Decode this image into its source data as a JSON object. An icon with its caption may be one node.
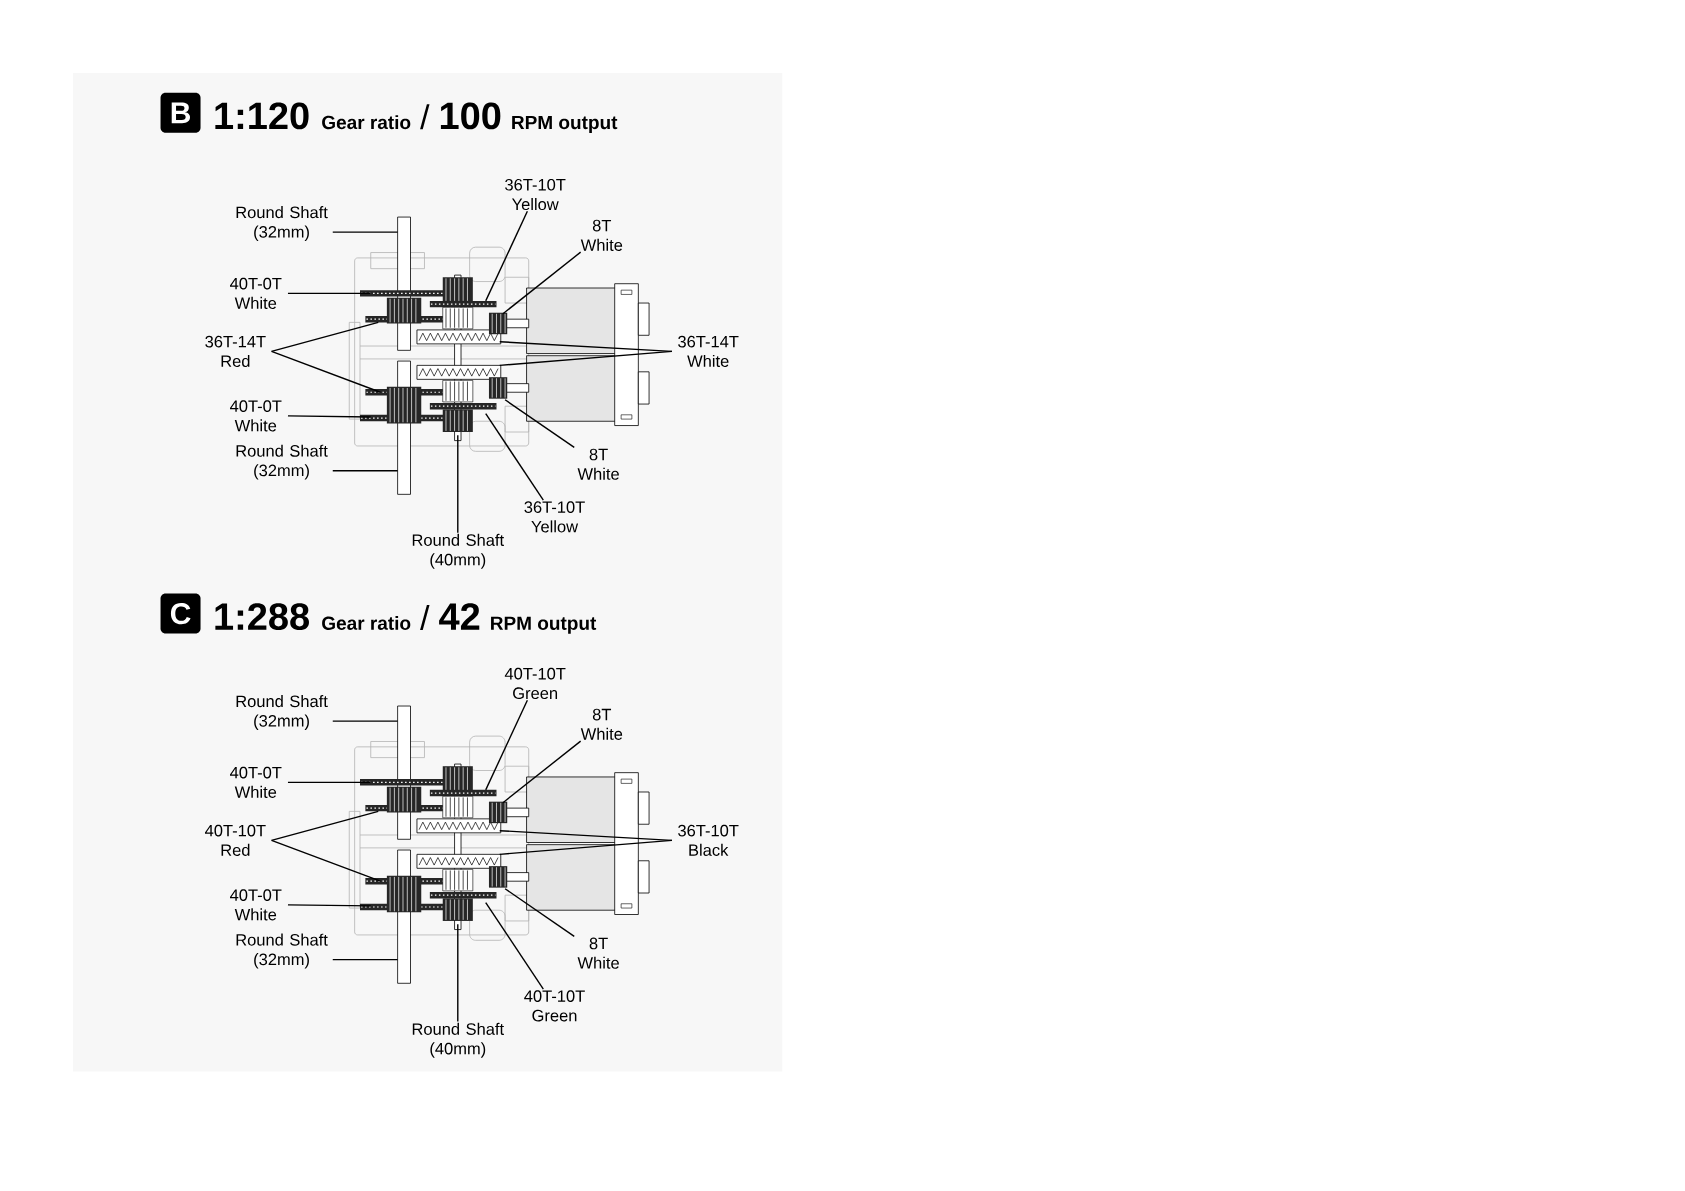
{
  "diagram": {
    "nodes": [
      {
        "text": [
          "B"
        ]
      },
      {
        "text": [
          "36T-10T Yellow"
        ]
      },
      {
        "text": [
          "Round Shaft (32mm)"
        ]
      },
      {
        "text": [
          "8T White"
        ]
      },
      {
        "text": [
          "40T-0T White"
        ]
      },
      {
        "text": [
          "36T-14T Red"
        ]
      },
      {
        "text": [
          "36T-14T White"
        ]
      },
      {
        "text": [
          "40T-0T White"
        ]
      },
      {
        "text": [
          "Round Shaft (32mm)"
        ]
      },
      {
        "text": [
          "8T White"
        ]
      },
      {
        "text": [
          "36T-10T Yellow"
        ]
      },
      {
        "text": [
          "Round Shaft (40mm)"
        ]
      },
      {
        "text": [
          "C"
        ]
      },
      {
        "text": [
          "40T-10T Green"
        ]
      },
      {
        "text": [
          "Round Shaft (32mm)"
        ]
      },
      {
        "text": [
          "8T White"
        ]
      },
      {
        "text": [
          "40T-0T White"
        ]
      },
      {
        "text": [
          "40T-10T Red"
        ]
      },
      {
        "text": [
          "36T-10T Black"
        ]
      },
      {
        "text": [
          "40T-0T White"
        ]
      },
      {
        "text": [
          "Round Shaft (32mm)"
        ]
      },
      {
        "text": [
          "8T White"
        ]
      },
      {
        "text": [
          "40T-10T Green"
        ]
      },
      {
        "text": [
          "Round Shaft (40mm)"
        ]
      }
    ],
    "edges": [
      {
        "from": 1,
        "to": null,
        "arrow": "none"
      },
      {
        "from": 2,
        "to": null,
        "arrow": "none"
      },
      {
        "from": 3,
        "to": null,
        "arrow": "none"
      },
      {
        "from": 4,
        "to": null,
        "arrow": "none"
      },
      {
        "from": 5,
        "to": null,
        "arrow": "none"
      },
      {
        "from": 5,
        "to": null,
        "arrow": "none"
      },
      {
        "from": 6,
        "to": null,
        "arrow": "none"
      },
      {
        "from": 6,
        "to": null,
        "arrow": "none"
      },
      {
        "from": 7,
        "to": null,
        "arrow": "none"
      },
      {
        "from": 8,
        "to": null,
        "arrow": "none"
      },
      {
        "from": 9,
        "to": null,
        "arrow": "none"
      },
      {
        "from": 10,
        "to": null,
        "arrow": "none"
      },
      {
        "from": 11,
        "to": null,
        "arrow": "none"
      },
      {
        "from": 13,
        "to": null,
        "arrow": "none"
      },
      {
        "from": 14,
        "to": null,
        "arrow": "none"
      },
      {
        "from": 15,
        "to": null,
        "arrow": "none"
      },
      {
        "from": 16,
        "to": null,
        "arrow": "none"
      },
      {
        "from": 17,
        "to": null,
        "arrow": "none"
      },
      {
        "from": 17,
        "to": null,
        "arrow": "none"
      },
      {
        "from": 18,
        "to": null,
        "arrow": "none"
      },
      {
        "from": 18,
        "to": null,
        "arrow": "none"
      },
      {
        "from": 19,
        "to": null,
        "arrow": "none"
      },
      {
        "from": 20,
        "to": null,
        "arrow": "none"
      },
      {
        "from": 21,
        "to": null,
        "arrow": "none"
      },
      {
        "from": 22,
        "to": null,
        "arrow": "none"
      },
      {
        "from": 23,
        "to": null,
        "arrow": "none"
      }
    ],
    "labels": [
      "1:120",
      "Gear ratio",
      "/",
      "100",
      "RPM output",
      "1:288",
      "Gear ratio",
      "/",
      "42",
      "RPM output"
    ]
  }
}
